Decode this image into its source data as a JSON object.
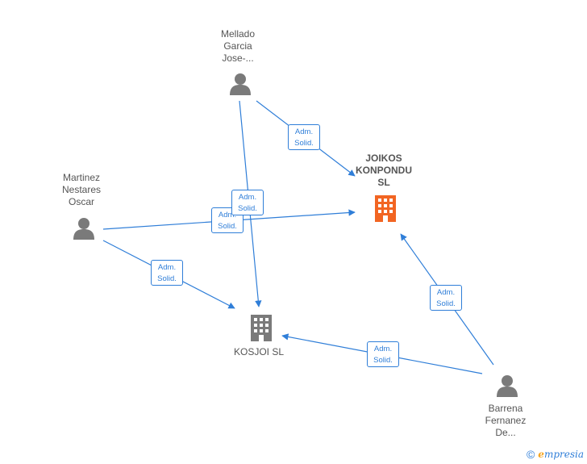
{
  "nodes": {
    "mellado": {
      "lines": [
        "Mellado",
        "Garcia",
        "Jose-..."
      ]
    },
    "martinez": {
      "lines": [
        "Martinez",
        "Nestares",
        "Oscar"
      ]
    },
    "barrena": {
      "lines": [
        "Barrena",
        "Fernanez",
        "De..."
      ]
    },
    "joikos": {
      "lines": [
        "JOIKOS",
        "KONPONDU",
        "SL"
      ]
    },
    "kosjoi": {
      "lines": [
        "KOSJOI  SL"
      ]
    }
  },
  "edge_label": {
    "line1": "Adm.",
    "line2": "Solid."
  },
  "colors": {
    "edge": "#2f7ed8",
    "person_icon": "#7a7a7a",
    "company_icon": "#7a7a7a",
    "highlight_company_icon": "#f26522"
  },
  "icons": {
    "person": "person-icon",
    "company": "building-icon",
    "highlight_company": "building-icon"
  },
  "brand": {
    "copyright": "©",
    "initial": "e",
    "rest": "mpresia"
  }
}
